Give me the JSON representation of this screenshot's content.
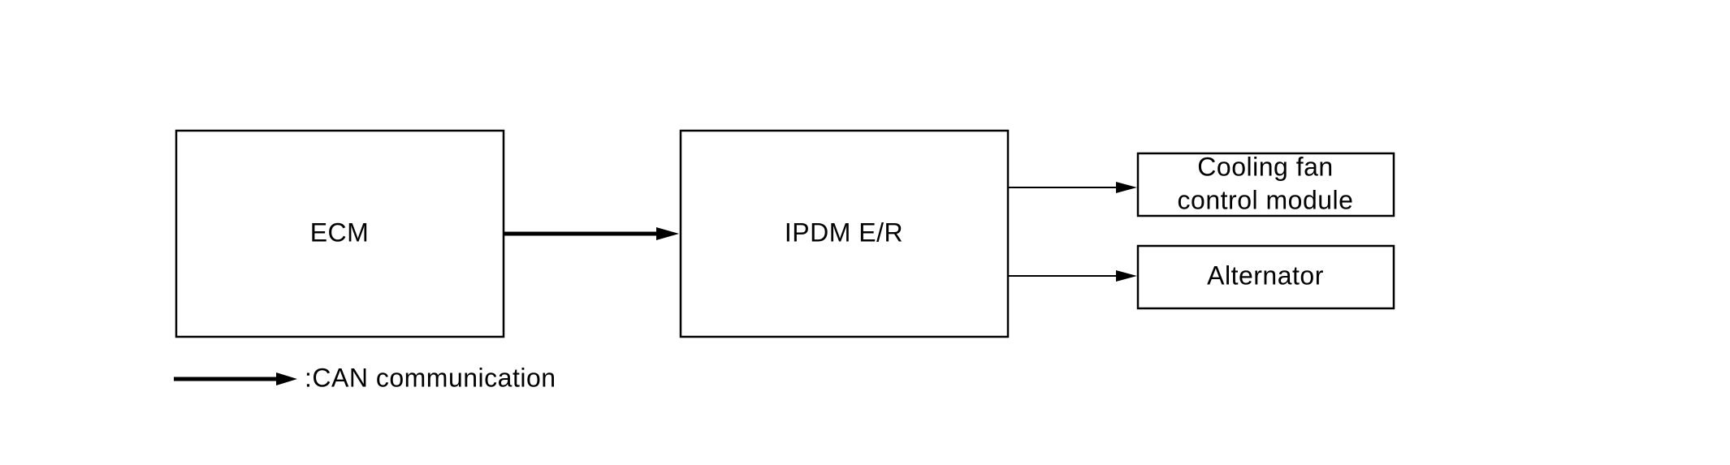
{
  "nodes": {
    "ecm": {
      "label": "ECM"
    },
    "ipdm": {
      "label": "IPDM E/R"
    },
    "cooling_fan": {
      "label_line1": "Cooling fan",
      "label_line2": "control module"
    },
    "alternator": {
      "label": "Alternator"
    }
  },
  "edges": [
    {
      "from": "ECM",
      "to": "IPDM E/R",
      "kind": "CAN communication"
    },
    {
      "from": "IPDM E/R",
      "to": "Cooling fan control module",
      "kind": "signal"
    },
    {
      "from": "IPDM E/R",
      "to": "Alternator",
      "kind": "signal"
    }
  ],
  "legend": {
    "can_label": ":CAN communication"
  },
  "colors": {
    "stroke": "#000000",
    "background": "#ffffff"
  }
}
